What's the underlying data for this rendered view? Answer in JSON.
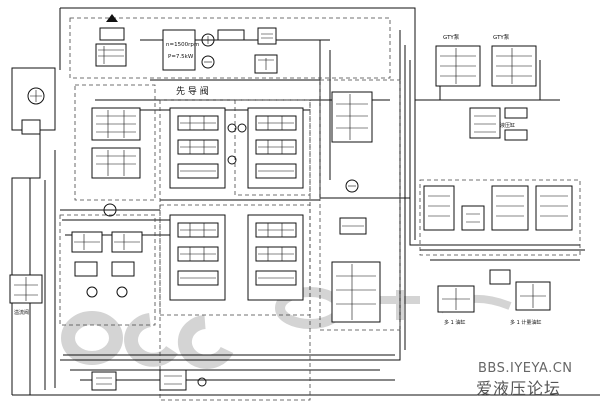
{
  "labels": {
    "top_box_line1": "n=1500rpm",
    "top_box_line2": "P=7.5kW",
    "center_label": "先 导 阀",
    "top_right_a": "GTY泵",
    "top_right_b": "GTY泵",
    "right_mid": "液压缸",
    "bottom_right_a": "多 1 油缸",
    "bottom_right_b": "多 1 计量油缸",
    "left_bottom": "溢流阀"
  },
  "watermark": {
    "url": "BBS.IYEYA.CN",
    "cn": "爱液压论坛"
  }
}
